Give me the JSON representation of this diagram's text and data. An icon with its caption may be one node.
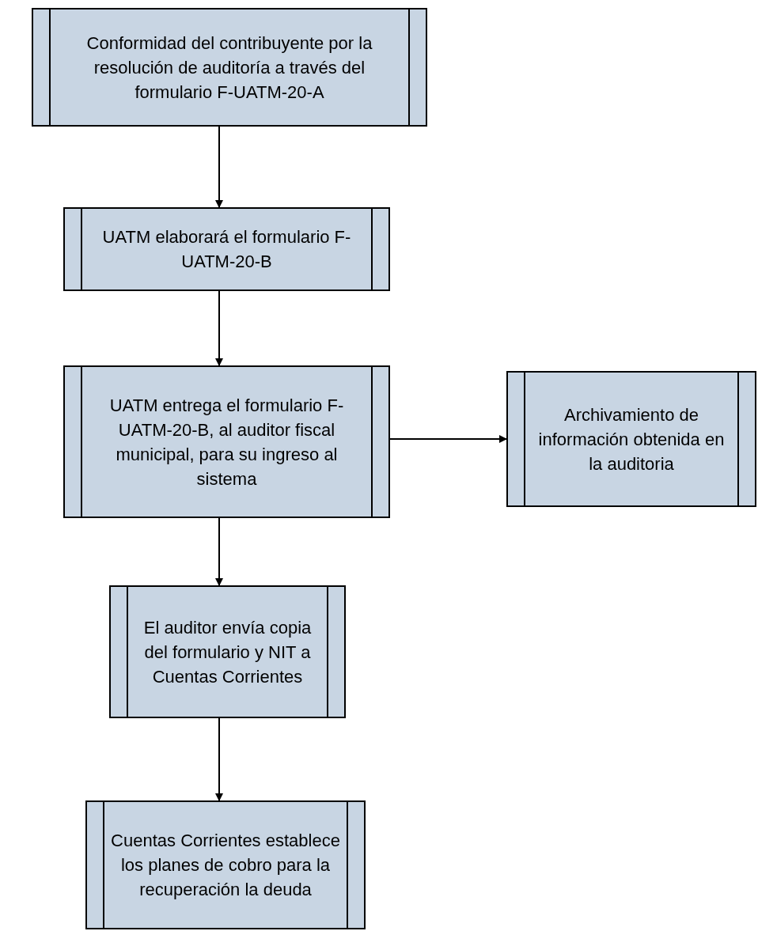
{
  "diagram": {
    "nodes": [
      {
        "text": [
          "Conformidad del contribuyente por la resolución de auditoría a través del formulario F-UATM-20-A"
        ]
      },
      {
        "text": [
          "UATM elaborará el formulario F-UATM-20-B"
        ]
      },
      {
        "text": [
          "UATM entrega el formulario F-UATM-20-B, al auditor fiscal municipal, para su ingreso al sistema"
        ]
      },
      {
        "text": [
          "Archivamiento de información obtenida en la auditoria"
        ]
      },
      {
        "text": [
          "El auditor envía copia del formulario y NIT a Cuentas Corrientes"
        ]
      },
      {
        "text": [
          "Cuentas Corrientes establece los planes de cobro para la recuperación la deuda"
        ]
      }
    ],
    "edges": [
      {
        "from": 0,
        "to": 1,
        "arrow": "to"
      },
      {
        "from": 1,
        "to": 2,
        "arrow": "to"
      },
      {
        "from": 2,
        "to": 3,
        "arrow": "to"
      },
      {
        "from": 2,
        "to": 4,
        "arrow": "to"
      },
      {
        "from": 4,
        "to": 5,
        "arrow": "to"
      }
    ]
  }
}
